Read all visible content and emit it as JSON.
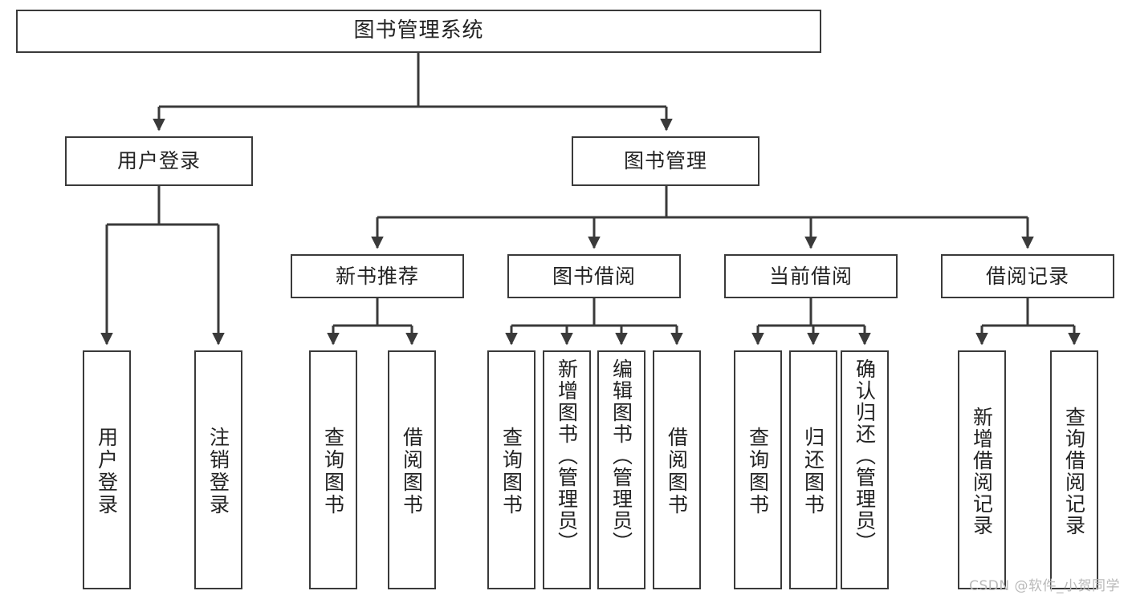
{
  "diagram": {
    "title": "图书管理系统",
    "type": "tree",
    "watermark": "CSDN @软件_小贺同学",
    "stroke_color": "#3a3a3a",
    "text_color": "#222222",
    "background_color": "#ffffff",
    "watermark_color": "#b9b9b9"
  },
  "nodes": {
    "root": {
      "label": "图书管理系统"
    },
    "level2": [
      {
        "id": "user-login",
        "label": "用户登录"
      },
      {
        "id": "book-manage",
        "label": "图书管理"
      }
    ],
    "level3": [
      {
        "id": "new-book-recommend",
        "label": "新书推荐"
      },
      {
        "id": "book-borrow",
        "label": "图书借阅"
      },
      {
        "id": "current-borrow",
        "label": "当前借阅"
      },
      {
        "id": "borrow-record",
        "label": "借阅记录"
      }
    ],
    "leaves": {
      "user-login": [
        {
          "id": "leaf-user-login",
          "label": "用户登录"
        },
        {
          "id": "leaf-user-logout",
          "label": "注销登录"
        }
      ],
      "new-book-recommend": [
        {
          "id": "leaf-query-book-1",
          "label": "查询图书"
        },
        {
          "id": "leaf-borrow-book-1",
          "label": "借阅图书"
        }
      ],
      "book-borrow": [
        {
          "id": "leaf-query-book-2",
          "label": "查询图书"
        },
        {
          "id": "leaf-add-book",
          "label": "新增图书（管理员）"
        },
        {
          "id": "leaf-edit-book",
          "label": "编辑图书（管理员）"
        },
        {
          "id": "leaf-borrow-book-2",
          "label": "借阅图书"
        }
      ],
      "current-borrow": [
        {
          "id": "leaf-query-book-3",
          "label": "查询图书"
        },
        {
          "id": "leaf-return-book",
          "label": "归还图书"
        },
        {
          "id": "leaf-confirm-return",
          "label": "确认归还（管理员）"
        }
      ],
      "borrow-record": [
        {
          "id": "leaf-add-record",
          "label": "新增借阅记录"
        },
        {
          "id": "leaf-query-record",
          "label": "查询借阅记录"
        }
      ]
    }
  }
}
